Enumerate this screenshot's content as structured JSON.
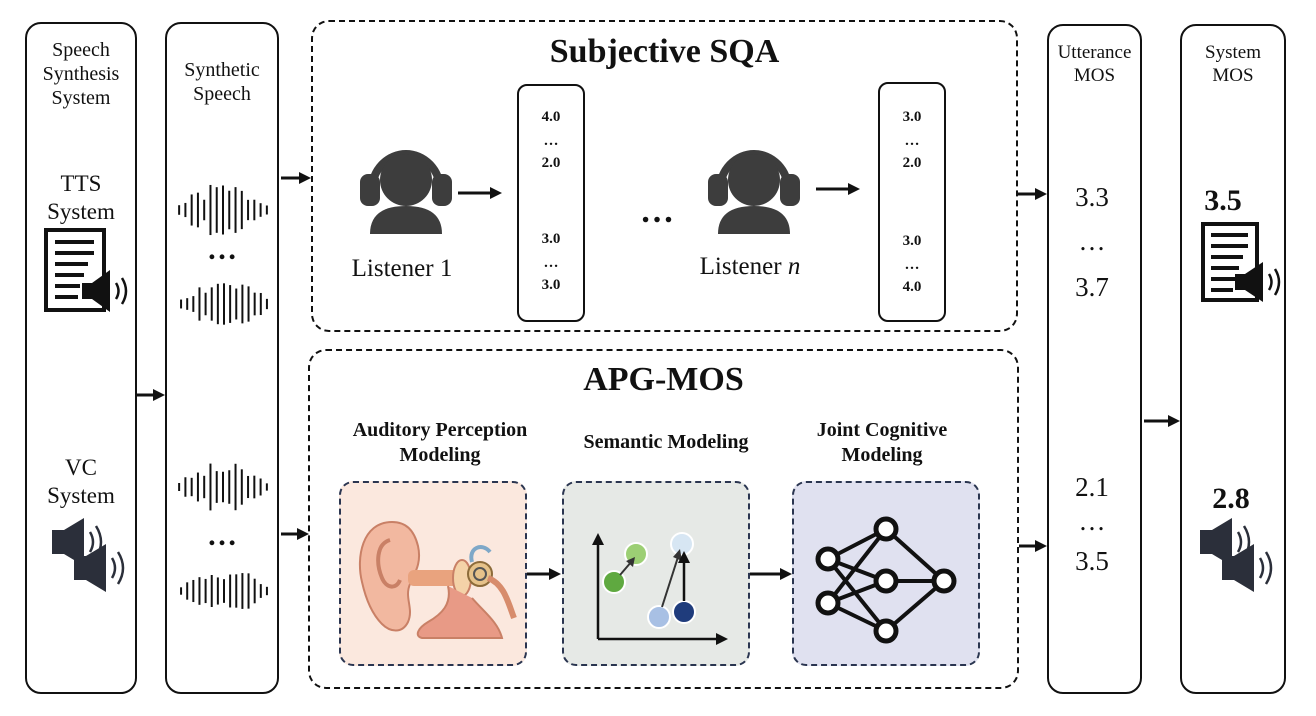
{
  "columns": {
    "synthesis_system": [
      "Speech",
      "Synthesis",
      "System"
    ],
    "synthetic_speech": [
      "Synthetic",
      "Speech"
    ],
    "utterance_mos": [
      "Utterance",
      "MOS"
    ],
    "system_mos": [
      "System",
      "MOS"
    ]
  },
  "tts": {
    "label": [
      "TTS",
      "System"
    ]
  },
  "vc": {
    "label": [
      "VC",
      "System"
    ]
  },
  "ellipsis": "…",
  "subjective": {
    "title": "Subjective SQA",
    "listener1": "Listener 1",
    "listenern_prefix": "Listener ",
    "listenern_var": "n",
    "scores1": [
      "4.0",
      "…",
      "2.0",
      "3.0",
      "…",
      "3.0"
    ],
    "scoresn": [
      "3.0",
      "…",
      "2.0",
      "3.0",
      "…",
      "4.0"
    ]
  },
  "apg": {
    "title": "APG-MOS",
    "auditory": [
      "Auditory Perception",
      "Modeling"
    ],
    "semantic": "Semantic Modeling",
    "joint": [
      "Joint Cognitive",
      "Modeling"
    ]
  },
  "utterance_scores": {
    "top": [
      "3.3",
      "…",
      "3.7"
    ],
    "bottom": [
      "2.1",
      "…",
      "3.5"
    ]
  },
  "system_scores": {
    "tts": "3.5",
    "vc": "2.8"
  }
}
